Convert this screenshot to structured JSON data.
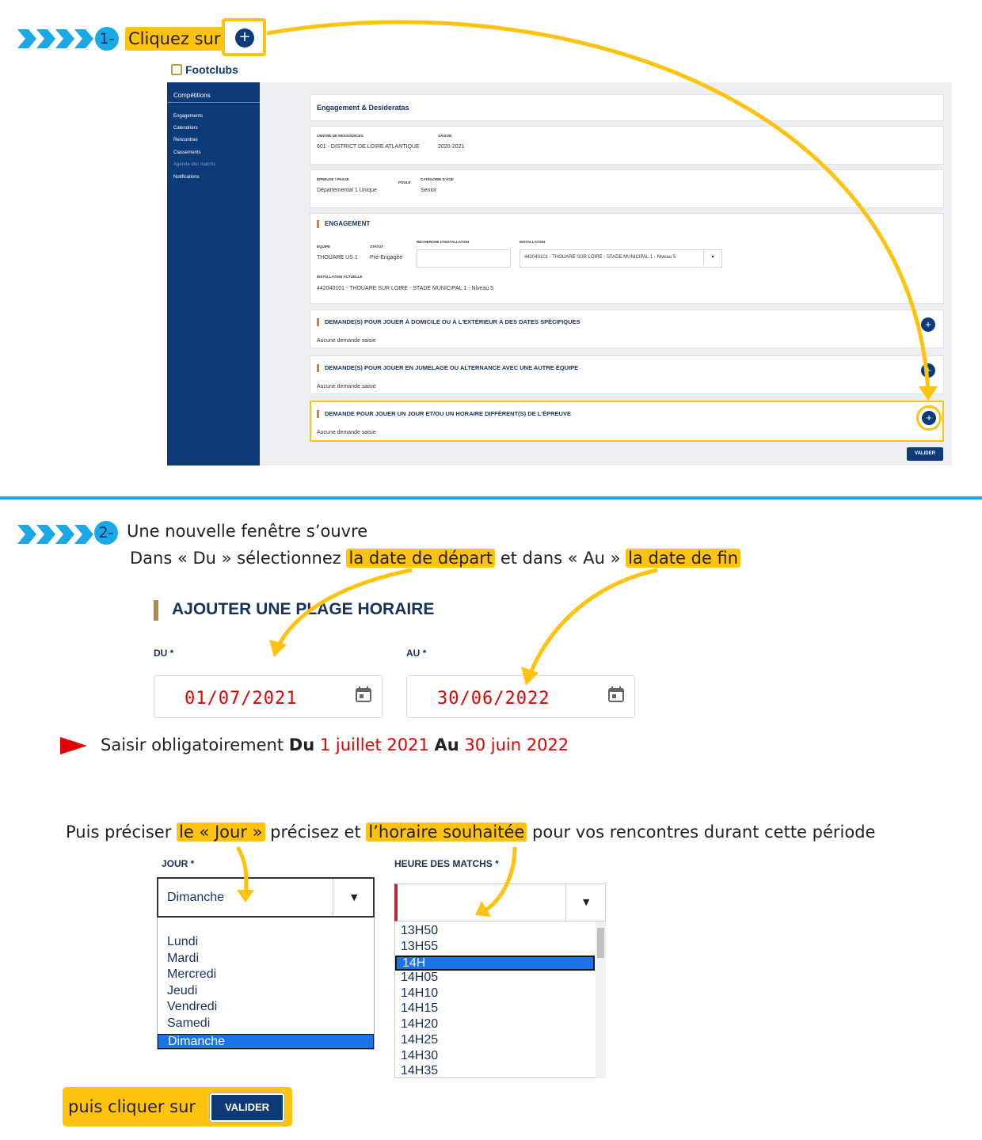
{
  "step1": {
    "number": "1-",
    "text": "Cliquez sur",
    "plus_glyph": "+"
  },
  "app": {
    "logo": "Footclubs",
    "sidebar": {
      "title": "Compétitions",
      "items": [
        "Engagements",
        "Calendriers",
        "Rencontres",
        "Classements",
        "Agenda des matchs",
        "Notifications"
      ]
    },
    "header_title": "Engagement & Desideratas",
    "resources": {
      "centre_label": "CENTRE DE RESSOURCES",
      "centre_value": "601 - DISTRICT DE LOIRE ATLANTIQUE",
      "saison_label": "SAISON",
      "saison_value": "2020-2021"
    },
    "phase": {
      "epreuve_label": "ÉPREUVE / PHASE",
      "epreuve_value": "Départemental 1 Unique",
      "poule_label": "POULE",
      "categorie_label": "CATÉGORIE D'ÂGE",
      "categorie_value": "Senior"
    },
    "engagement": {
      "title": "ENGAGEMENT",
      "equipe_label": "ÉQUIPE",
      "equipe_value": "THOUARE US 1",
      "statut_label": "STATUT",
      "statut_value": "Pré-Engagée",
      "recherche_label": "RECHERCHE D'INSTALLATION",
      "installation_label": "INSTALLATION",
      "installation_value": "442040101 - THOUARE SUR LOIRE - STADE MUNICIPAL 1 - Niveau 5",
      "installation_actuelle_label": "INSTALLATION ACTUELLE",
      "installation_actuelle_value": "442040101 - THOUARE SUR LOIRE - STADE MUNICIPAL 1 - Niveau 5"
    },
    "demandes": [
      {
        "title": "DEMANDE(S) POUR JOUER À DOMICILE OU À L'EXTÉRIEUR À DES DATES SPÉCIFIQUES",
        "empty": "Aucune demande saisie"
      },
      {
        "title": "DEMANDE(S) POUR JOUER EN JUMELAGE OU ALTERNANCE AVEC UNE AUTRE ÉQUIPE",
        "empty": "Aucune demande saisie"
      },
      {
        "title": "DEMANDE POUR JOUER UN JOUR ET/OU UN HORAIRE DIFFÉRENT(S) DE L'ÉPREUVE",
        "empty": "Aucune demande saisie"
      }
    ],
    "valider": "VALIDER"
  },
  "step2": {
    "number": "2-",
    "line1": "Une nouvelle fenêtre s’ouvre",
    "line2_a": "Dans « Du » sélectionnez ",
    "line2_hl1": "la date de départ",
    "line2_b": " et dans « Au » ",
    "line2_hl2": "la date de fin"
  },
  "form": {
    "title": "AJOUTER UNE PLAGE HORAIRE",
    "du_label": "DU *",
    "du_value": "01/07/2021",
    "au_label": "AU *",
    "au_value": "30/06/2022"
  },
  "note": {
    "prefix": "Saisir obligatoirement ",
    "du": "Du",
    "du_date": " 1 juillet 2021 ",
    "au": "Au",
    "au_date": " 30 juin 2022"
  },
  "instr": {
    "a": "Puis préciser ",
    "hl1": "le « Jour »",
    "b": " précisez et ",
    "hl2": "l’horaire souhaitée",
    "c": " pour vos rencontres durant cette période"
  },
  "jour": {
    "label": "JOUR *",
    "value": "Dimanche",
    "options": [
      "Lundi",
      "Mardi",
      "Mercredi",
      "Jeudi",
      "Vendredi",
      "Samedi",
      "Dimanche"
    ],
    "selected_index": 6
  },
  "heure": {
    "label": "HEURE DES MATCHS *",
    "options": [
      "13H50",
      "13H55",
      "14H",
      "14H05",
      "14H10",
      "14H15",
      "14H20",
      "14H25",
      "14H30",
      "14H35"
    ],
    "selected_index": 2
  },
  "final": {
    "text": "puis cliquer sur",
    "button": "VALIDER"
  },
  "colors": {
    "highlight": "#ffc20e",
    "navy": "#0d3b77",
    "step_blue": "#1aa8e6",
    "date_red": "#e00000"
  }
}
